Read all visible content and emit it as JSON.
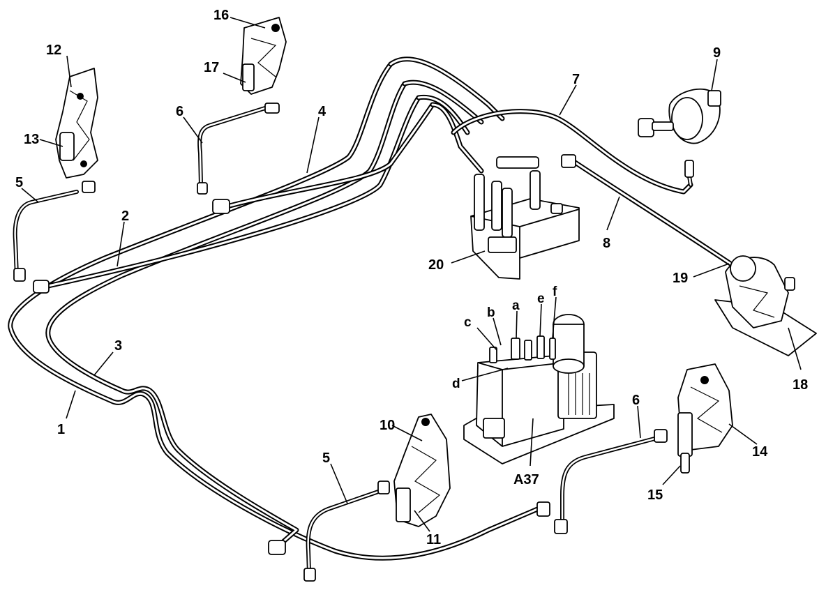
{
  "diagram": {
    "labels": [
      {
        "id": "lbl-1",
        "text": "1"
      },
      {
        "id": "lbl-2",
        "text": "2"
      },
      {
        "id": "lbl-3",
        "text": "3"
      },
      {
        "id": "lbl-4",
        "text": "4"
      },
      {
        "id": "lbl-5a",
        "text": "5"
      },
      {
        "id": "lbl-5b",
        "text": "5"
      },
      {
        "id": "lbl-6a",
        "text": "6"
      },
      {
        "id": "lbl-6b",
        "text": "6"
      },
      {
        "id": "lbl-7",
        "text": "7"
      },
      {
        "id": "lbl-8",
        "text": "8"
      },
      {
        "id": "lbl-9",
        "text": "9"
      },
      {
        "id": "lbl-10",
        "text": "10"
      },
      {
        "id": "lbl-11",
        "text": "11"
      },
      {
        "id": "lbl-12",
        "text": "12"
      },
      {
        "id": "lbl-13",
        "text": "13"
      },
      {
        "id": "lbl-14",
        "text": "14"
      },
      {
        "id": "lbl-15",
        "text": "15"
      },
      {
        "id": "lbl-16",
        "text": "16"
      },
      {
        "id": "lbl-17",
        "text": "17"
      },
      {
        "id": "lbl-18",
        "text": "18"
      },
      {
        "id": "lbl-19",
        "text": "19"
      },
      {
        "id": "lbl-20",
        "text": "20"
      },
      {
        "id": "lbl-a",
        "text": "a"
      },
      {
        "id": "lbl-b",
        "text": "b"
      },
      {
        "id": "lbl-c",
        "text": "c"
      },
      {
        "id": "lbl-d",
        "text": "d"
      },
      {
        "id": "lbl-e",
        "text": "e"
      },
      {
        "id": "lbl-f",
        "text": "f"
      },
      {
        "id": "lbl-A37",
        "text": "A37"
      }
    ]
  }
}
